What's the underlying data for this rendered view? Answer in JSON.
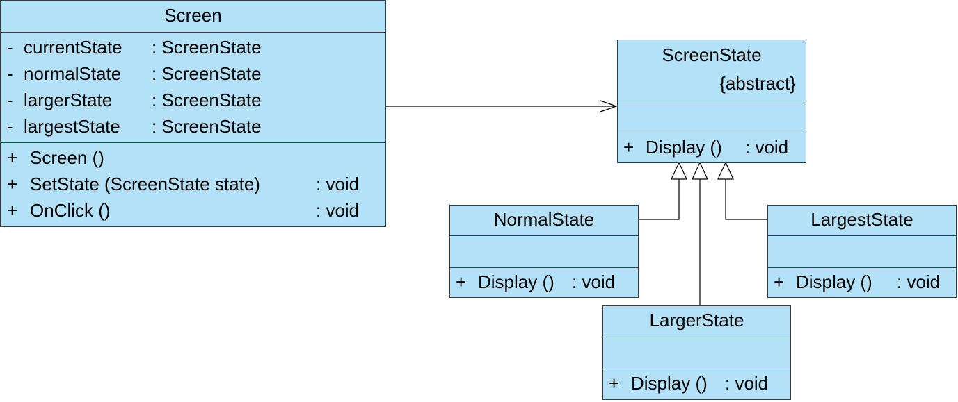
{
  "screen": {
    "name": "Screen",
    "attributes": [
      {
        "vis": "-",
        "name": "currentState",
        "type": ": ScreenState"
      },
      {
        "vis": "-",
        "name": "normalState",
        "type": ": ScreenState"
      },
      {
        "vis": "-",
        "name": "largerState",
        "type": ": ScreenState"
      },
      {
        "vis": "-",
        "name": "largestState",
        "type": ": ScreenState"
      }
    ],
    "operations": [
      {
        "vis": "+",
        "sig": "Screen ()",
        "ret": ""
      },
      {
        "vis": "+",
        "sig": "SetState (ScreenState state)",
        "ret": ": void"
      },
      {
        "vis": "+",
        "sig": "OnClick ()",
        "ret": ": void"
      }
    ]
  },
  "screen_state": {
    "name": "ScreenState",
    "stereotype": "{abstract}",
    "operations": [
      {
        "vis": "+",
        "sig": "Display ()",
        "ret": ": void"
      }
    ]
  },
  "normal_state": {
    "name": "NormalState",
    "operations": [
      {
        "vis": "+",
        "sig": "Display ()",
        "ret": ": void"
      }
    ]
  },
  "larger_state": {
    "name": "LargerState",
    "operations": [
      {
        "vis": "+",
        "sig": "Display ()",
        "ret": ": void"
      }
    ]
  },
  "largest_state": {
    "name": "LargestState",
    "operations": [
      {
        "vis": "+",
        "sig": "Display ()",
        "ret": ": void"
      }
    ]
  },
  "colors": {
    "class_fill": "#b3e1f7",
    "border": "#3b3b3b",
    "line": "#000000"
  }
}
